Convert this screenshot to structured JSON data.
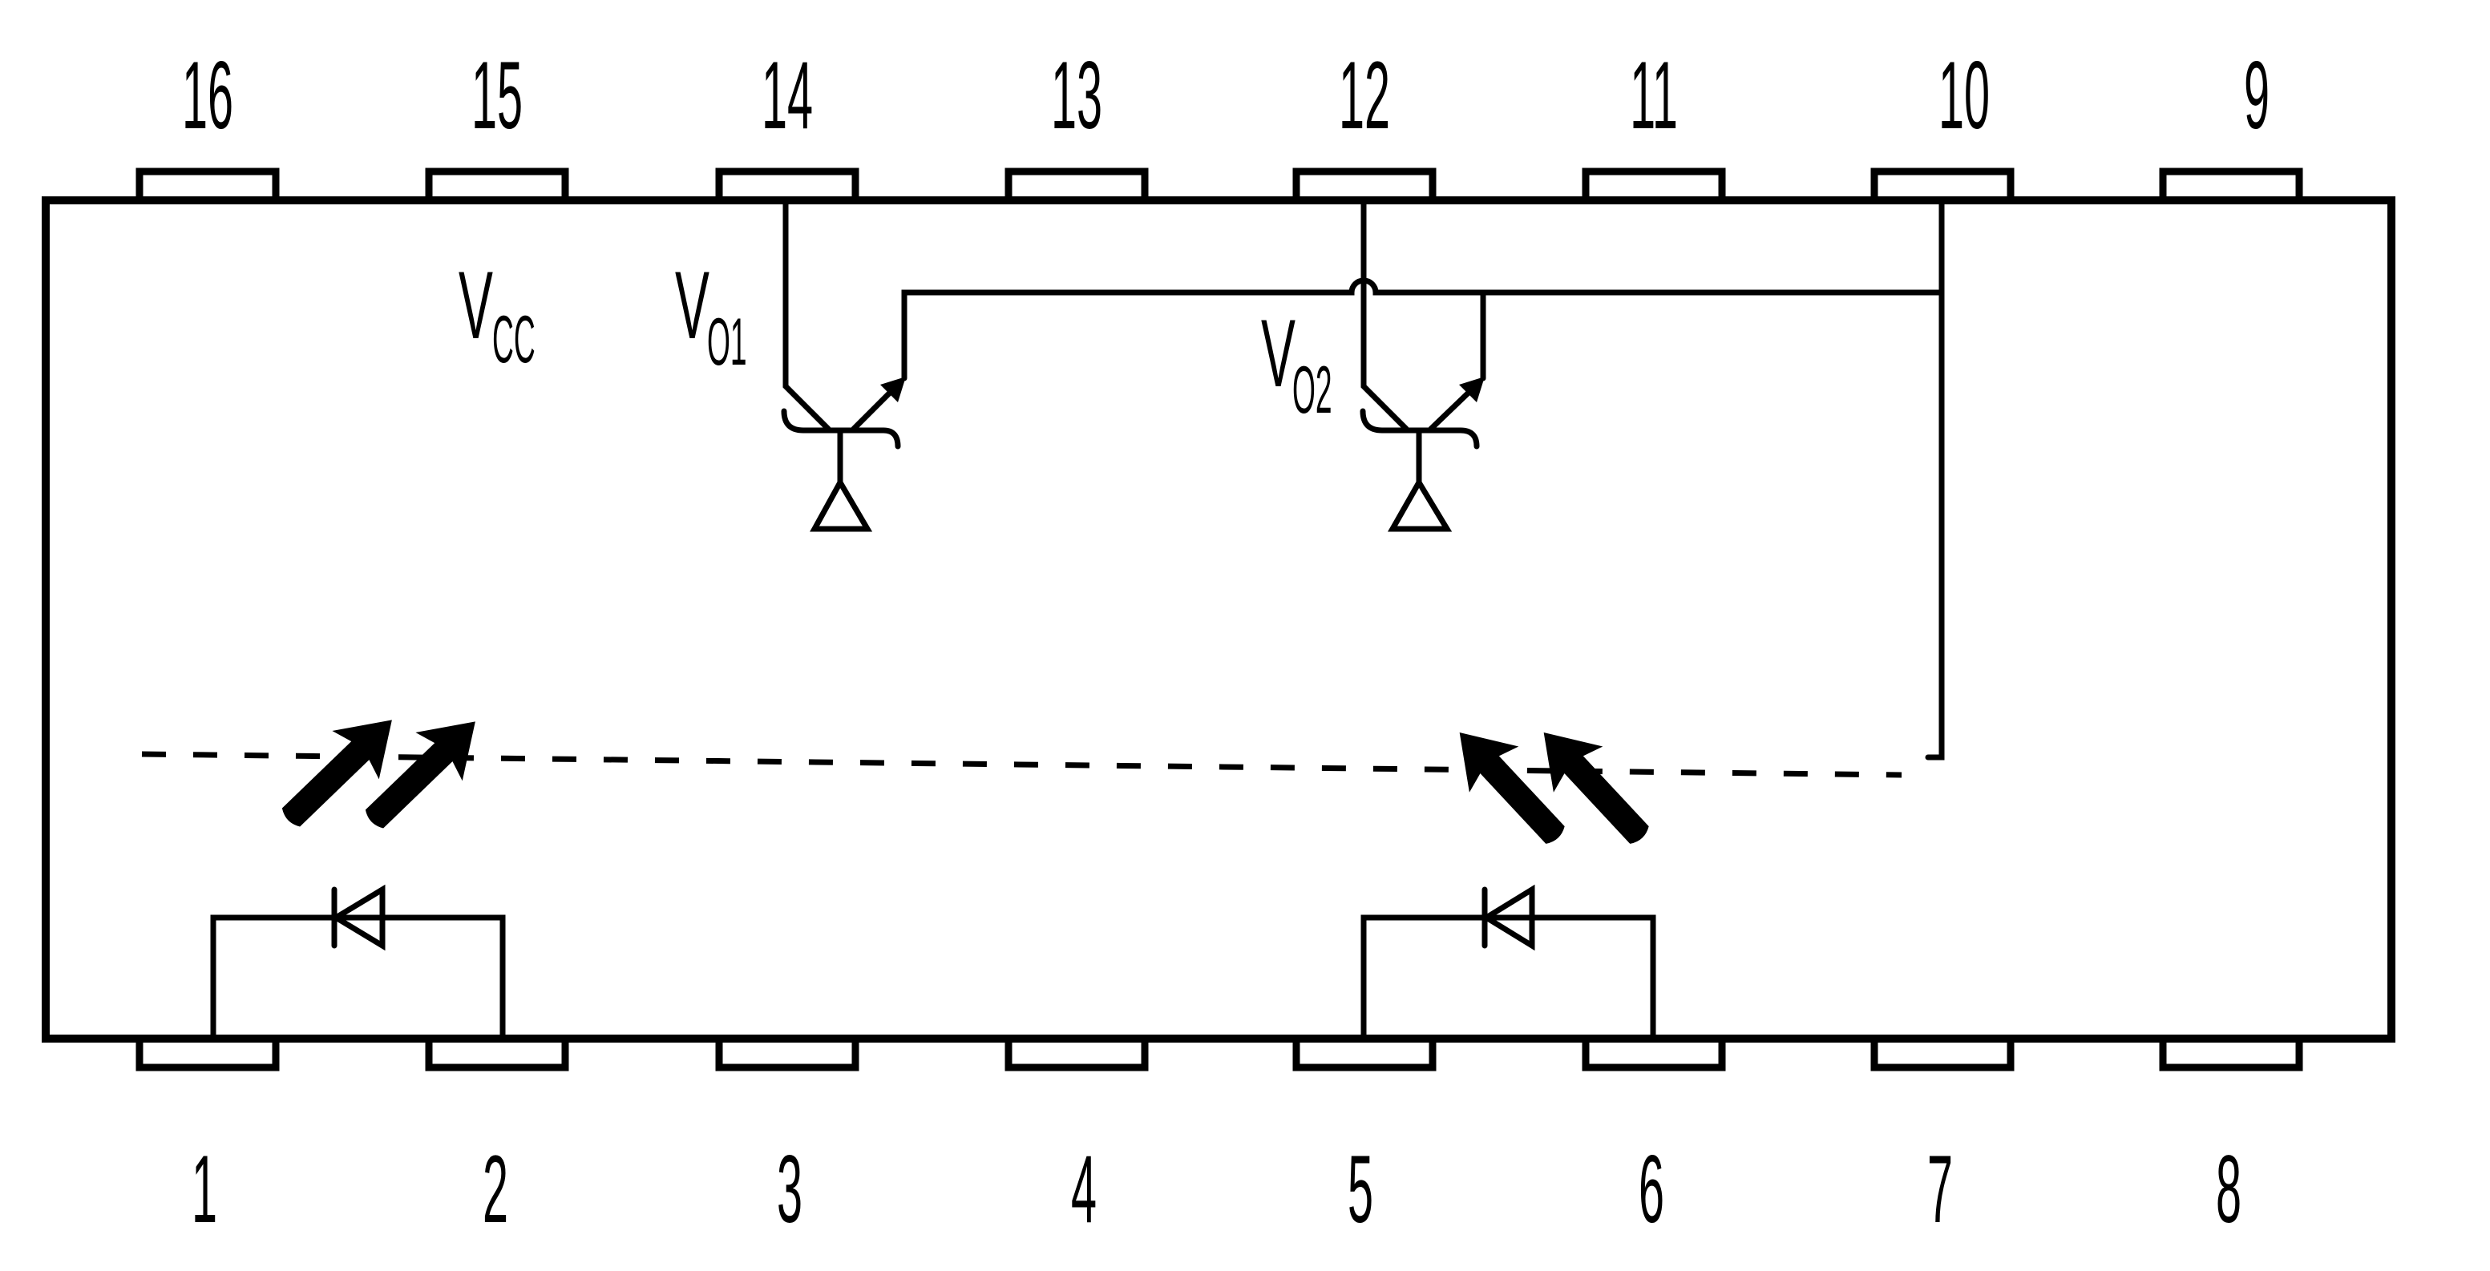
{
  "figure": {
    "type": "dual optocoupler package pinout (16-pin DIP)",
    "colors": {
      "ink": "#000000",
      "background": "#ffffff"
    }
  },
  "pins": {
    "top": [
      "16",
      "15",
      "14",
      "13",
      "12",
      "11",
      "10",
      "9"
    ],
    "bottom": [
      "1",
      "2",
      "3",
      "4",
      "5",
      "6",
      "7",
      "8"
    ]
  },
  "signals": {
    "vcc": {
      "main": "V",
      "sub": "CC"
    },
    "vo1": {
      "main": "V",
      "sub": "O1"
    },
    "vo2": {
      "main": "V",
      "sub": "O2"
    }
  },
  "components": {
    "transistors": [
      "phototransistor-1",
      "phototransistor-2"
    ],
    "diodes": [
      "led-1",
      "led-2"
    ],
    "light_arrows": 4
  }
}
